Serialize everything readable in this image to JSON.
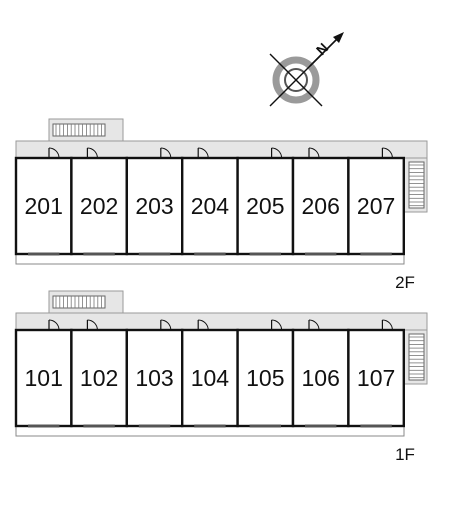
{
  "compass": {
    "letter": "N",
    "icon": "compass-icon"
  },
  "floors": [
    {
      "label": "2F",
      "units": [
        "201",
        "202",
        "203",
        "204",
        "205",
        "206",
        "207"
      ]
    },
    {
      "label": "1F",
      "units": [
        "101",
        "102",
        "103",
        "104",
        "105",
        "106",
        "107"
      ]
    }
  ],
  "colors": {
    "wall": "#111111",
    "corridor": "#e6e6e6",
    "corridor_edge": "#9a9a9a",
    "compass_ring": "#9a9a9a",
    "unit_fill": "#ffffff"
  }
}
